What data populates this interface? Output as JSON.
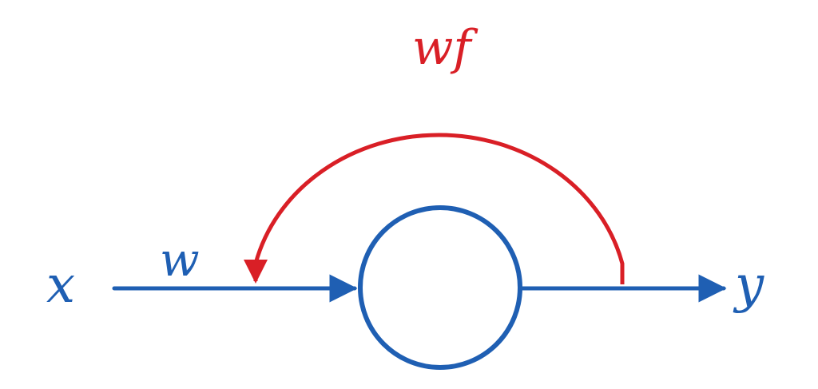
{
  "diagram": {
    "input_label": "x",
    "input_weight_label": "w",
    "feedback_label": "wf",
    "output_label": "y",
    "colors": {
      "forward": "#1f5fb3",
      "feedback": "#d91f26",
      "background": "#ffffff"
    }
  }
}
